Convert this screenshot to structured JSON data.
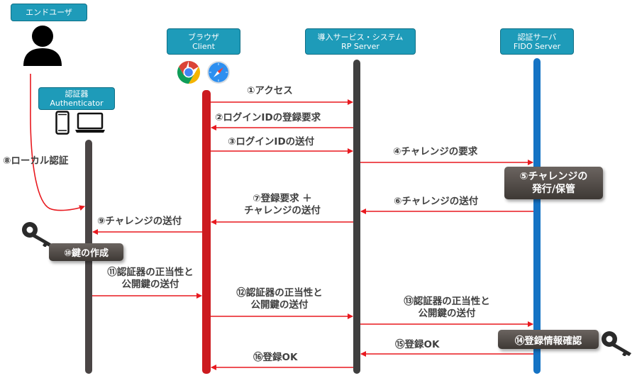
{
  "actors": {
    "end_user": "エンドユーザ",
    "authenticator": [
      "認証器",
      "Authenticator"
    ],
    "browser": [
      "ブラウザ",
      "Client"
    ],
    "rp_server": [
      "導入サービス・システム",
      "RP Server"
    ],
    "fido_server": [
      "認証サーバ",
      "FIDO Server"
    ]
  },
  "steps": {
    "s1": "①アクセス",
    "s2": "②ログインIDの登録要求",
    "s3": "③ログインIDの送付",
    "s4": "④チャレンジの要求",
    "s5": [
      "⑤チャレンジの",
      "発行/保管"
    ],
    "s6": "⑥チャレンジの送付",
    "s7": [
      "⑦登録要求 ＋",
      "チャレンジの送付"
    ],
    "s8": "⑧ローカル認証",
    "s9": "⑨チャレンジの送付",
    "s10": "⑩鍵の作成",
    "s11": [
      "⑪認証器の正当性と",
      "公開鍵の送付"
    ],
    "s12": [
      "⑫認証器の正当性と",
      "公開鍵の送付"
    ],
    "s13": [
      "⑬認証器の正当性と",
      "公開鍵の送付"
    ],
    "s14": "⑭登録情報確認",
    "s15": "⑮登録OK",
    "s16": "⑯登録OK"
  },
  "colors": {
    "teal": "#1e9bb9",
    "arrow_red": "#e8191f",
    "browser_line": "#cc1a1f",
    "authenticator_line": "#4a4545",
    "rp_line": "#3f3f3f",
    "fido_line": "#1573c4"
  },
  "icons": [
    "user-icon",
    "chrome-icon",
    "safari-icon",
    "smartphone-icon",
    "laptop-icon",
    "key-icon"
  ]
}
